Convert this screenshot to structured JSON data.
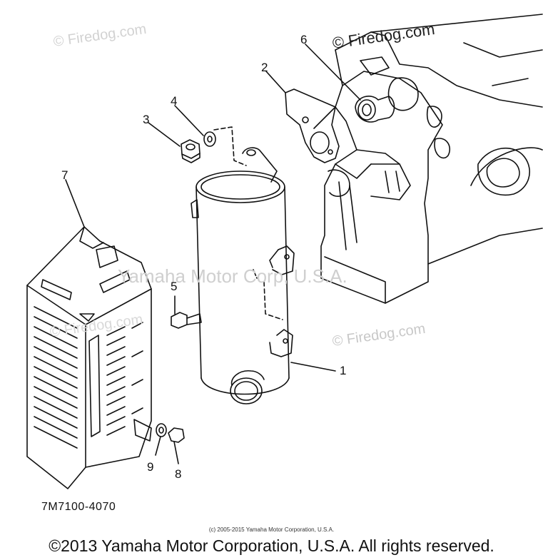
{
  "watermarks": {
    "firedog_top_left": "© Firedog.com",
    "firedog_top_right": "© Firedog.com",
    "firedog_mid_right": "© Firedog.com",
    "firedog_mid_left": "© Firedog.com",
    "center": "Yamaha Motor Corp, U.S.A."
  },
  "callouts": {
    "c1": "1",
    "c2": "2",
    "c3": "3",
    "c4": "4",
    "c5": "5",
    "c6": "6",
    "c7": "7",
    "c8": "8",
    "c9": "9"
  },
  "diagram_code": "7M7100-4070",
  "small_copyright": "(c) 2005-2015 Yamaha Motor Corporation, U.S.A.",
  "footer": "©2013 Yamaha Motor Corporation, U.S.A. All rights reserved."
}
